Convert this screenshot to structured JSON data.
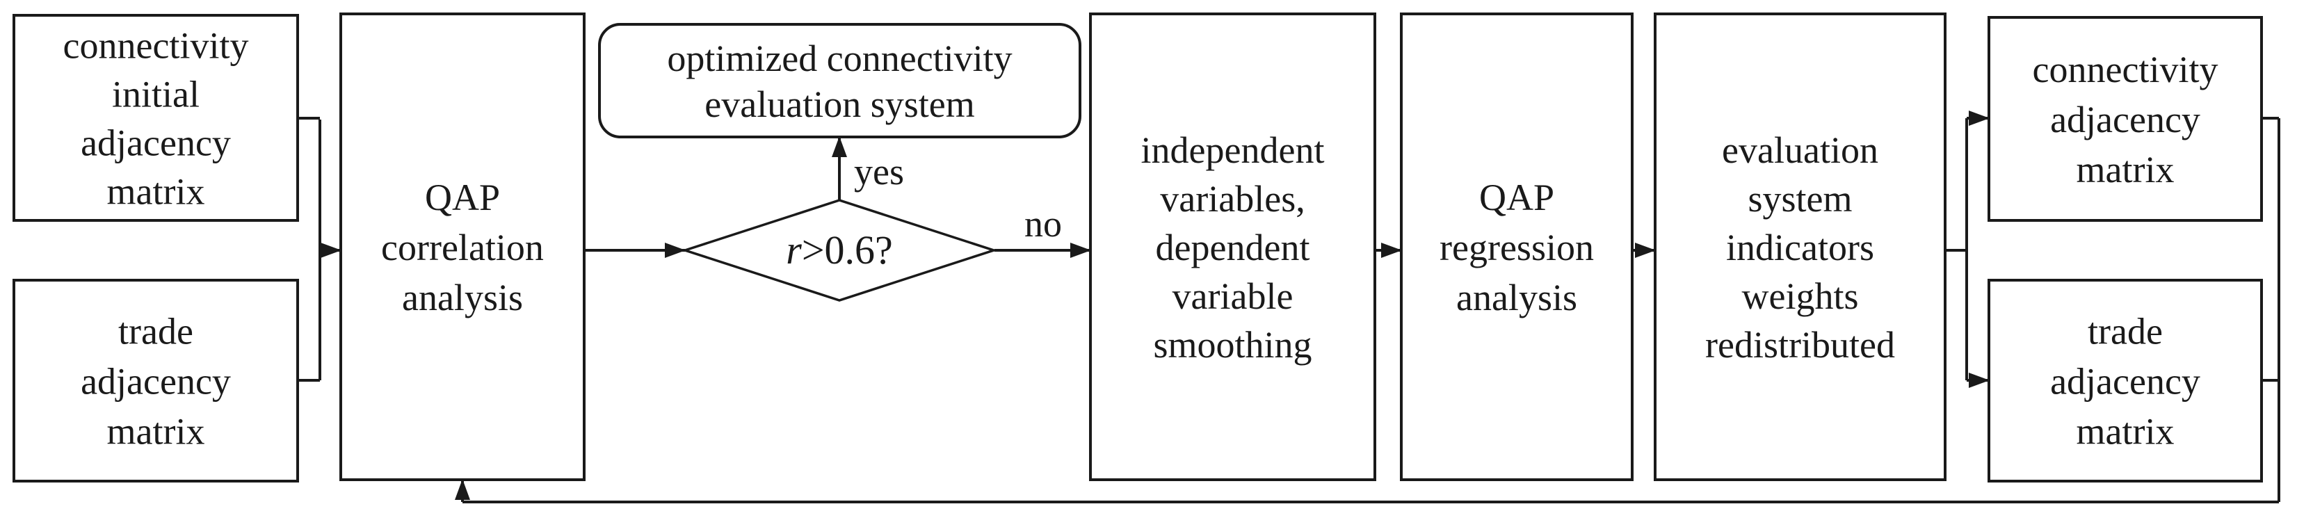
{
  "diagram": {
    "title": "QAP connectivity evaluation flowchart",
    "colors": {
      "background": "#ffffff",
      "stroke": "#1a1a1a",
      "box_fill": "#ffffff",
      "text": "#1a1a1a"
    },
    "nodes": [
      {
        "id": "connectivity-initial-adjacency-matrix",
        "shape": "rect",
        "lines": [
          "connectivity",
          "initial",
          "adjacency",
          "matrix"
        ]
      },
      {
        "id": "trade-adjacency-matrix-left",
        "shape": "rect",
        "lines": [
          "trade",
          "adjacency",
          "matrix"
        ]
      },
      {
        "id": "qap-correlation-analysis",
        "shape": "rect",
        "lines": [
          "QAP",
          "correlation",
          "analysis"
        ]
      },
      {
        "id": "optimized-connectivity-evaluation-system",
        "shape": "rounded",
        "lines": [
          "optimized connectivity",
          "evaluation system"
        ]
      },
      {
        "id": "r-decision",
        "shape": "diamond",
        "lines": []
      },
      {
        "id": "independent-variables-smoothing",
        "shape": "rect",
        "lines": [
          "independent",
          "variables,",
          "dependent",
          "variable",
          "smoothing"
        ]
      },
      {
        "id": "qap-regression-analysis",
        "shape": "rect",
        "lines": [
          "QAP",
          "regression",
          "analysis"
        ]
      },
      {
        "id": "evaluation-system-weights-redistributed",
        "shape": "rect",
        "lines": [
          "evaluation",
          "system",
          "indicators",
          "weights",
          "redistributed"
        ]
      },
      {
        "id": "connectivity-adjacency-matrix",
        "shape": "rect",
        "lines": [
          "connectivity",
          "adjacency",
          "matrix"
        ]
      },
      {
        "id": "trade-adjacency-matrix-right",
        "shape": "rect",
        "lines": [
          "trade",
          "adjacency",
          "matrix"
        ]
      }
    ],
    "decision": {
      "variable": "r",
      "condition": ">0.6?"
    },
    "edge_labels": {
      "yes": "yes",
      "no": "no"
    }
  }
}
